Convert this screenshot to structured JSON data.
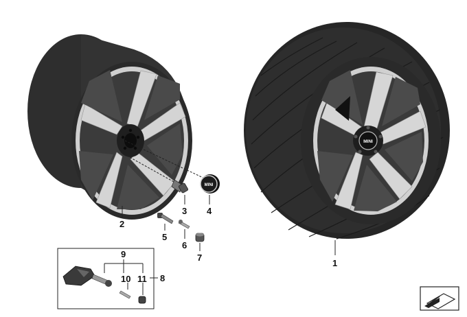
{
  "diagram": {
    "callouts": [
      {
        "id": "1",
        "text": "1"
      },
      {
        "id": "2",
        "text": "2"
      },
      {
        "id": "3",
        "text": "3"
      },
      {
        "id": "4",
        "text": "4"
      },
      {
        "id": "5",
        "text": "5"
      },
      {
        "id": "6",
        "text": "6"
      },
      {
        "id": "7",
        "text": "7"
      },
      {
        "id": "8",
        "text": "8"
      },
      {
        "id": "9",
        "text": "9"
      },
      {
        "id": "10",
        "text": "10"
      },
      {
        "id": "11",
        "text": "11"
      }
    ],
    "cap_logo_text": "MINI",
    "hub_logo_text": "MINI",
    "colors": {
      "tire": "#2b2b2b",
      "rim_dark": "#3a3a3a",
      "rim_silver": "#c9c9c9",
      "line": "#222222"
    },
    "icons": {
      "nav_corner": "arrow-plane-icon"
    }
  }
}
